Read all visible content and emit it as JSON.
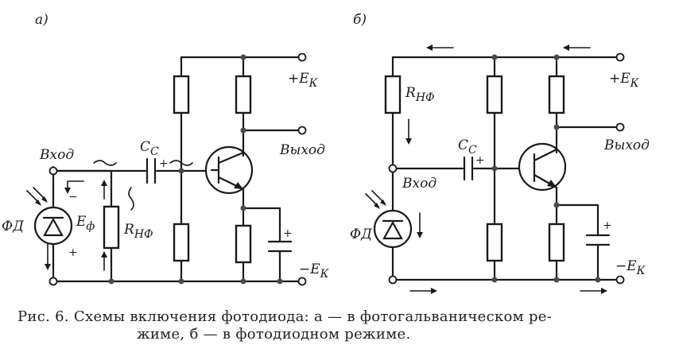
{
  "figure": {
    "panel_a": {
      "tag": "а)",
      "input": "Вход",
      "output": "Выход",
      "supply_pos": "+E",
      "supply_neg": "−E",
      "supply_sub": "К",
      "photodiode": "ФД",
      "emf": "E",
      "emf_sub": "ф",
      "capacitor": "C",
      "capacitor_sub": "С",
      "load": "R",
      "load_sub": "НФ",
      "minus": "−",
      "plus": "+"
    },
    "panel_b": {
      "tag": "б)",
      "input": "Вход",
      "output": "Выход",
      "supply_pos": "+E",
      "supply_neg": "−E",
      "supply_sub": "К",
      "photodiode": "ФД",
      "capacitor": "C",
      "capacitor_sub": "С",
      "load": "R",
      "load_sub": "НФ",
      "plus": "+"
    },
    "caption": {
      "line1": "Рис. 6. Схемы включения фотодиода: а — в фотогальваническом ре-",
      "line2": "жиме, б — в фотодиодном режиме."
    }
  }
}
